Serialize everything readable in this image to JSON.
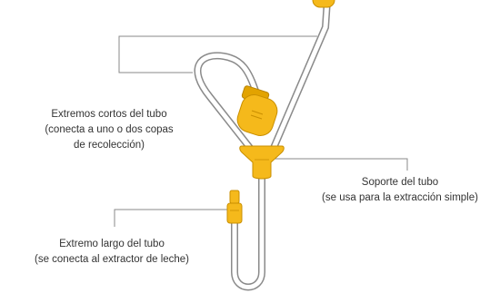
{
  "diagram": {
    "colors": {
      "tube_outline": "#8a8a8a",
      "leader_line": "#8a8a8a",
      "connector_fill": "#f5b91b",
      "connector_stroke": "#c98f00",
      "label_text": "#333333"
    },
    "labels": {
      "short_ends": {
        "line1": "Extremos cortos del tubo",
        "line2": "(conecta a uno o dos copas",
        "line3": "de recolección)"
      },
      "tube_holder": {
        "line1": "Soporte del tubo",
        "line2": "(se usa para la extracción simple)"
      },
      "long_end": {
        "line1": "Extremo largo del tubo",
        "line2": "(se conecta al extractor de leche)"
      }
    }
  }
}
